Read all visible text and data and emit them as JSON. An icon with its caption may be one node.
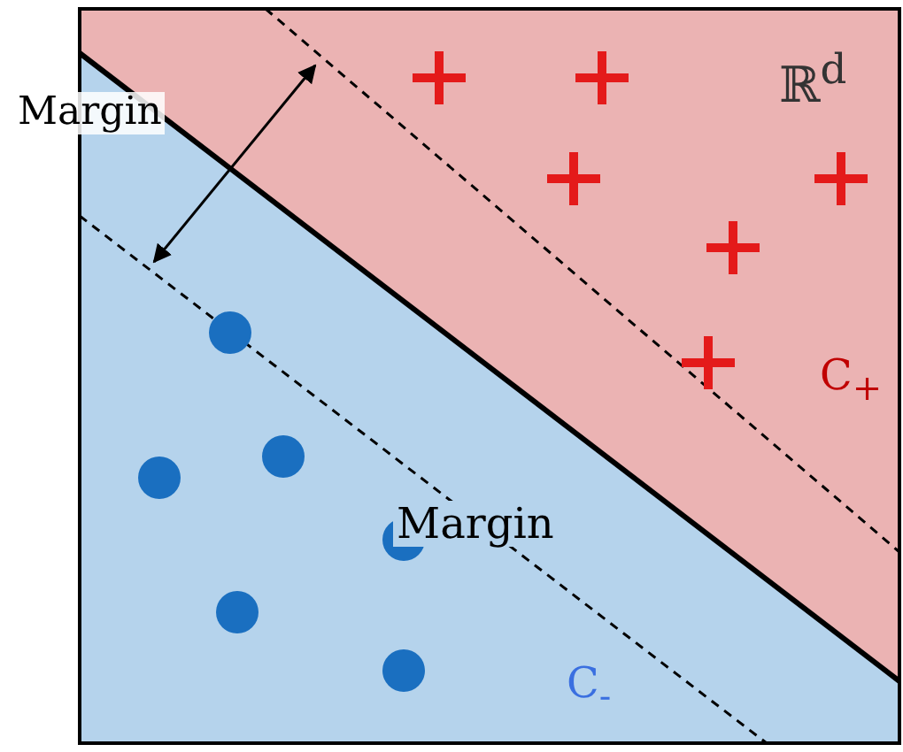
{
  "diagram": {
    "labels": [
      "Margin",
      "ℝ$^{d}$",
      "C$_{+}$",
      "Margin",
      "C$_{-}$"
    ]
  }
}
